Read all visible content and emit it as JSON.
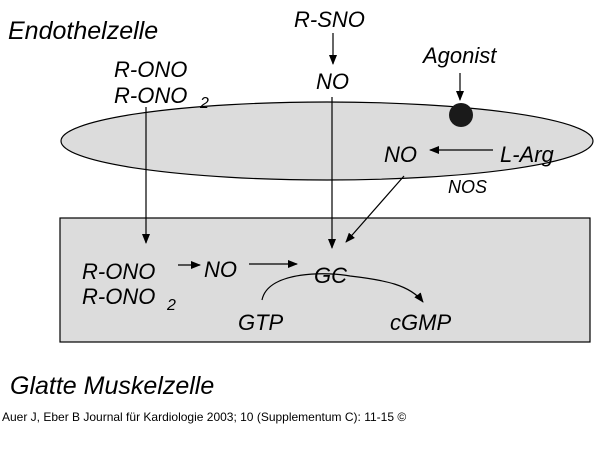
{
  "colors": {
    "cell_fill": "#dcdcdc",
    "stroke": "#000000",
    "receptor": "#1a1a1a"
  },
  "labels": {
    "endothelial_cell": "Endothelzelle",
    "smooth_muscle_cell": "Glatte Muskelzelle",
    "r_sno": "R-SNO",
    "no_top": "NO",
    "agonist": "Agonist",
    "r_ono_top": "R-ONO",
    "r_ono2_top_main": "R-ONO",
    "r_ono2_top_sub": "2",
    "no_endothelium": "NO",
    "l_arg": "L-Arg",
    "nos": "NOS",
    "r_ono_muscle": "R-ONO",
    "r_ono2_muscle_main": "R-ONO",
    "r_ono2_muscle_sub": "2",
    "no_muscle": "NO",
    "gc": "GC",
    "gtp": "GTP",
    "cgmp": "cGMP"
  },
  "caption": "Auer J, Eber B Journal für Kardiologie 2003; 10 (Supplementum C): 11-15 ©"
}
